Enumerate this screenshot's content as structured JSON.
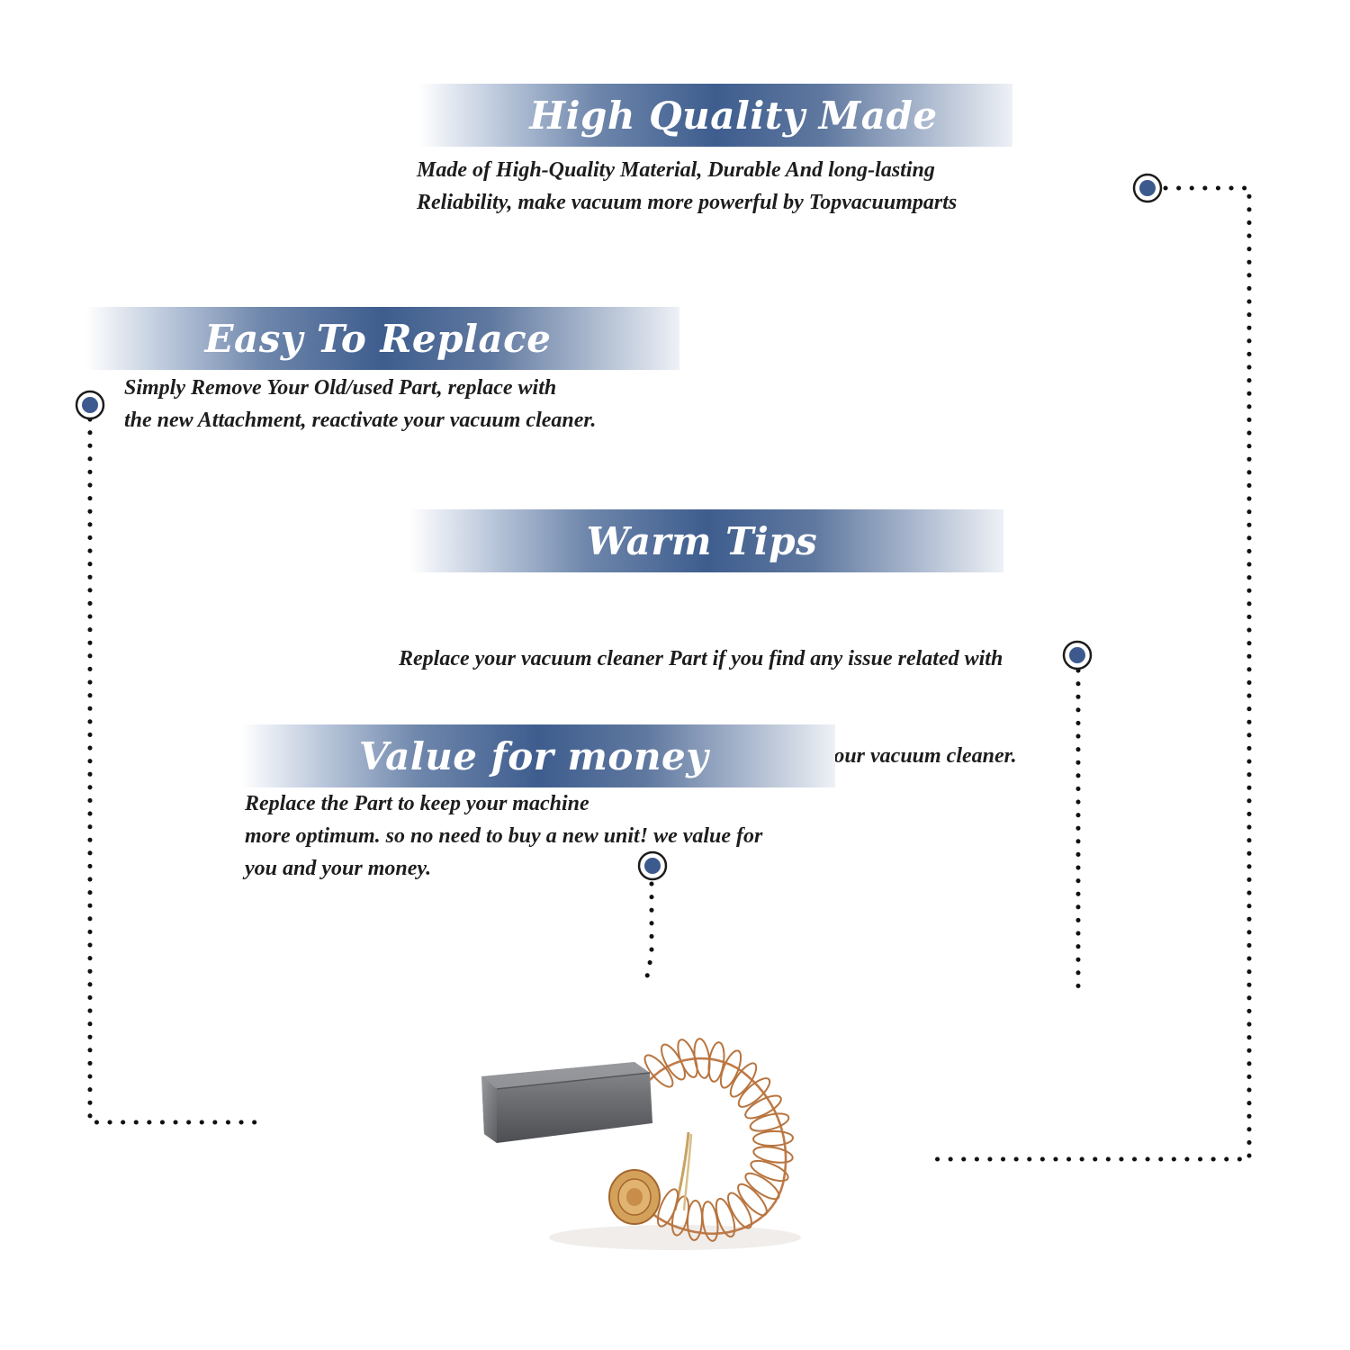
{
  "sections": [
    {
      "title": "High Quality Made",
      "lines": [
        "Made of  High-Quality Material, Durable And long-lasting",
        "Reliability, make vacuum more powerful by Topvacuumparts"
      ]
    },
    {
      "title": "Easy To Replace",
      "lines": [
        "Simply Remove Your Old/used Part, replace with",
        "the new Attachment, reactivate your vacuum cleaner."
      ]
    },
    {
      "title": "Warm Tips",
      "lines": [
        "Replace your vacuum cleaner Part if you find any issue related with",
        " attachment to ensure optimum performance of your vacuum cleaner."
      ]
    },
    {
      "title": "Value for money",
      "lines": [
        "Replace the Part to keep your machine",
        "more optimum. so no need to buy a new unit! we value for",
        "you and your money."
      ]
    }
  ],
  "colors": {
    "banner_blue": "#3e5d8e",
    "marker_blue": "#3d5a8f",
    "text": "#1d1d1d",
    "carbon_block": "#6b6d72",
    "copper": "#c07a4a"
  },
  "product_image": "carbon-brush-with-copper-spring"
}
